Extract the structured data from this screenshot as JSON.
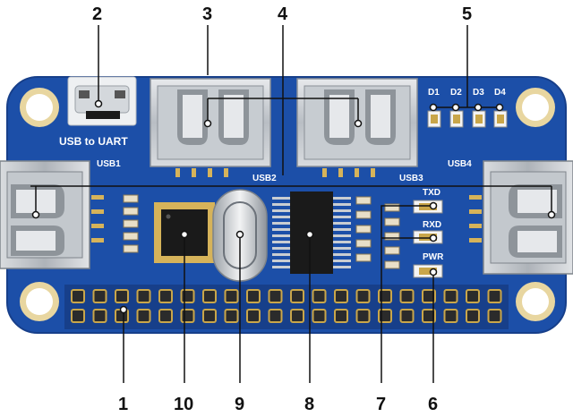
{
  "board": {
    "silkscreen": {
      "usb_to_uart": "USB to UART",
      "usb1": "USB1",
      "usb2": "USB2",
      "usb3": "USB3",
      "usb4": "USB4",
      "txd": "TXD",
      "rxd": "RXD",
      "pwr": "PWR",
      "d1": "D1",
      "d2": "D2",
      "d3": "D3",
      "d4": "D4"
    },
    "colors": {
      "pcb": "#1c4fa8",
      "pcb_edge": "#173f8a",
      "metal": "#c9cdd2",
      "gold": "#c9a64a",
      "chip": "#1a1a1a",
      "background": "#ffffff"
    }
  },
  "callouts": {
    "top": [
      "2",
      "3",
      "4",
      "5"
    ],
    "bottom": [
      "1",
      "10",
      "9",
      "8",
      "7",
      "6"
    ]
  }
}
